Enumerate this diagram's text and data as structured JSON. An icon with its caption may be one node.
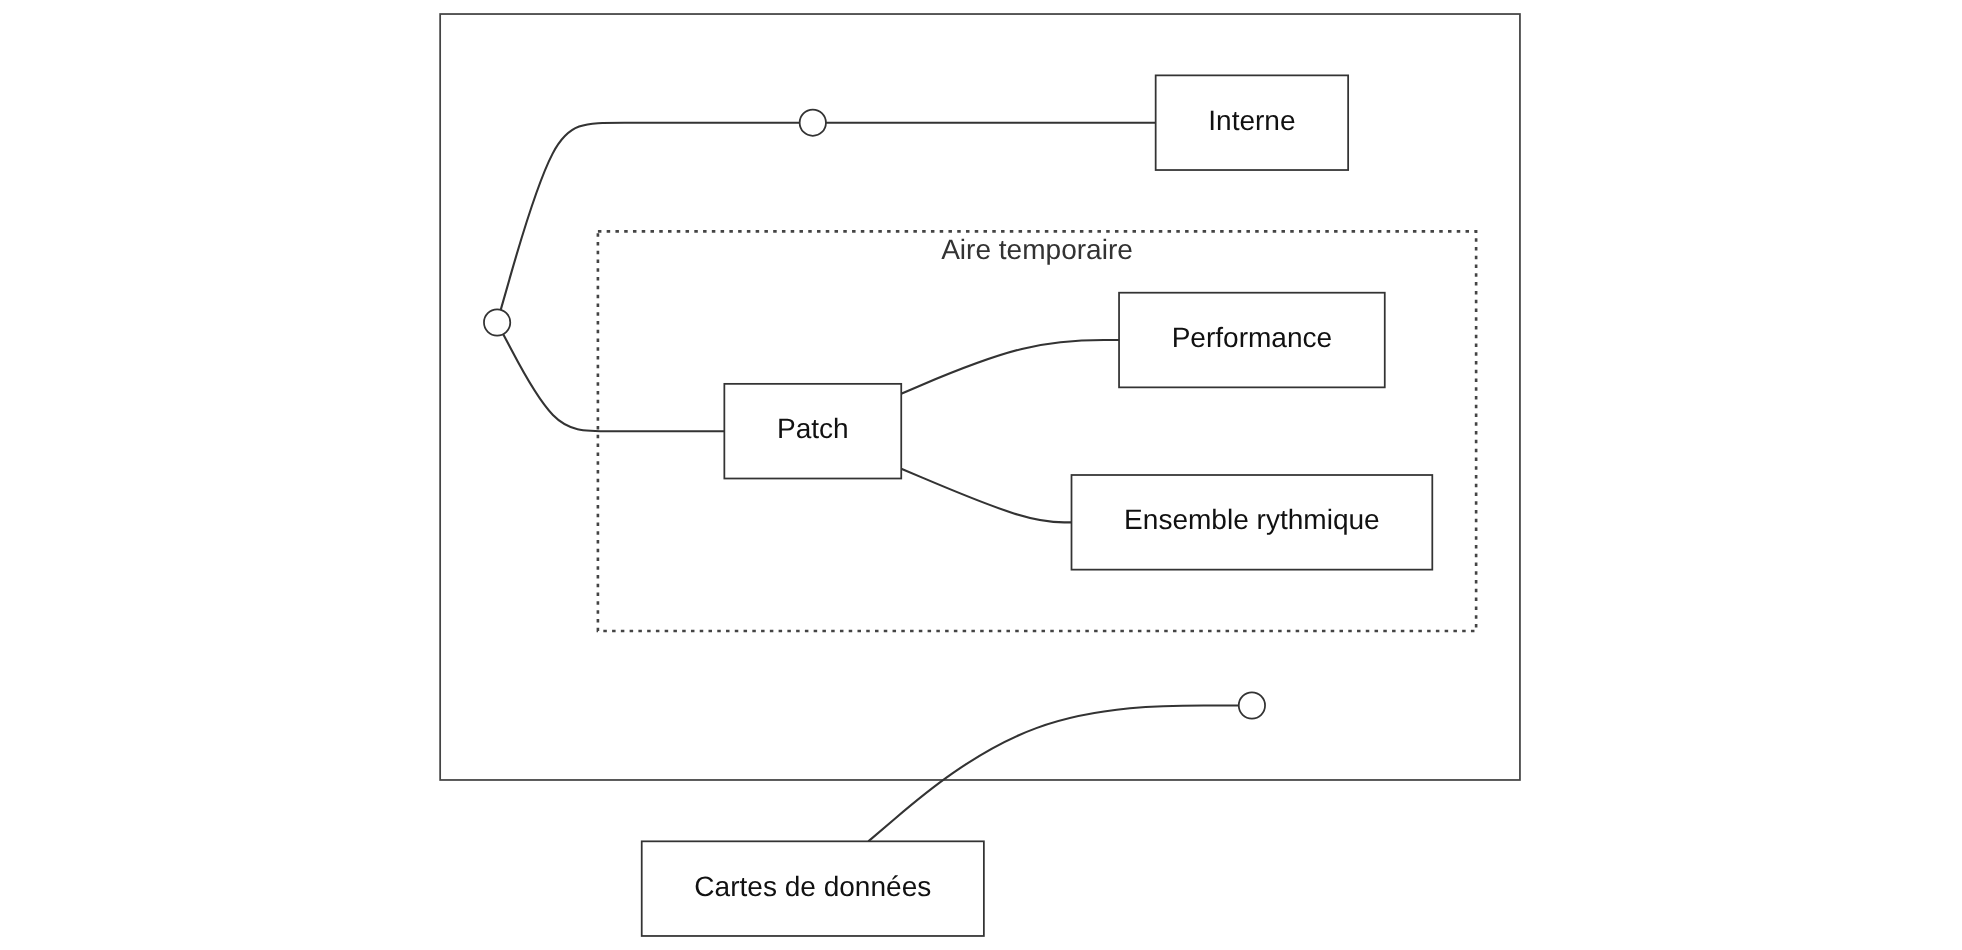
{
  "diagram": {
    "nodes": [
      {
        "text": [],
        "shape": "box"
      },
      {
        "text": [
          "Cartes de données"
        ]
      },
      {
        "text": [],
        "shape": "circle",
        "in": 0
      },
      {
        "text": [],
        "shape": "circle",
        "in": 0
      },
      {
        "text": [],
        "shape": "circle",
        "in": 0
      },
      {
        "text": [
          "Interne"
        ],
        "in": 0
      },
      {
        "text": [
          "Aire temporaire"
        ],
        "in": 0
      },
      {
        "text": [
          "Performance"
        ],
        "in": 6
      },
      {
        "text": [
          "Patch"
        ],
        "in": 6
      },
      {
        "text": [
          "Ensemble rythmique"
        ],
        "in": 6
      }
    ],
    "edges": [
      {
        "from": 1,
        "to": 2,
        "arrow": "none"
      },
      {
        "from": 4,
        "to": 3,
        "arrow": "none"
      },
      {
        "from": 3,
        "to": 5,
        "arrow": "none"
      },
      {
        "from": 4,
        "to": 8,
        "arrow": "none"
      },
      {
        "from": 8,
        "to": 7,
        "arrow": "none"
      },
      {
        "from": 8,
        "to": 9,
        "arrow": "none"
      }
    ]
  }
}
